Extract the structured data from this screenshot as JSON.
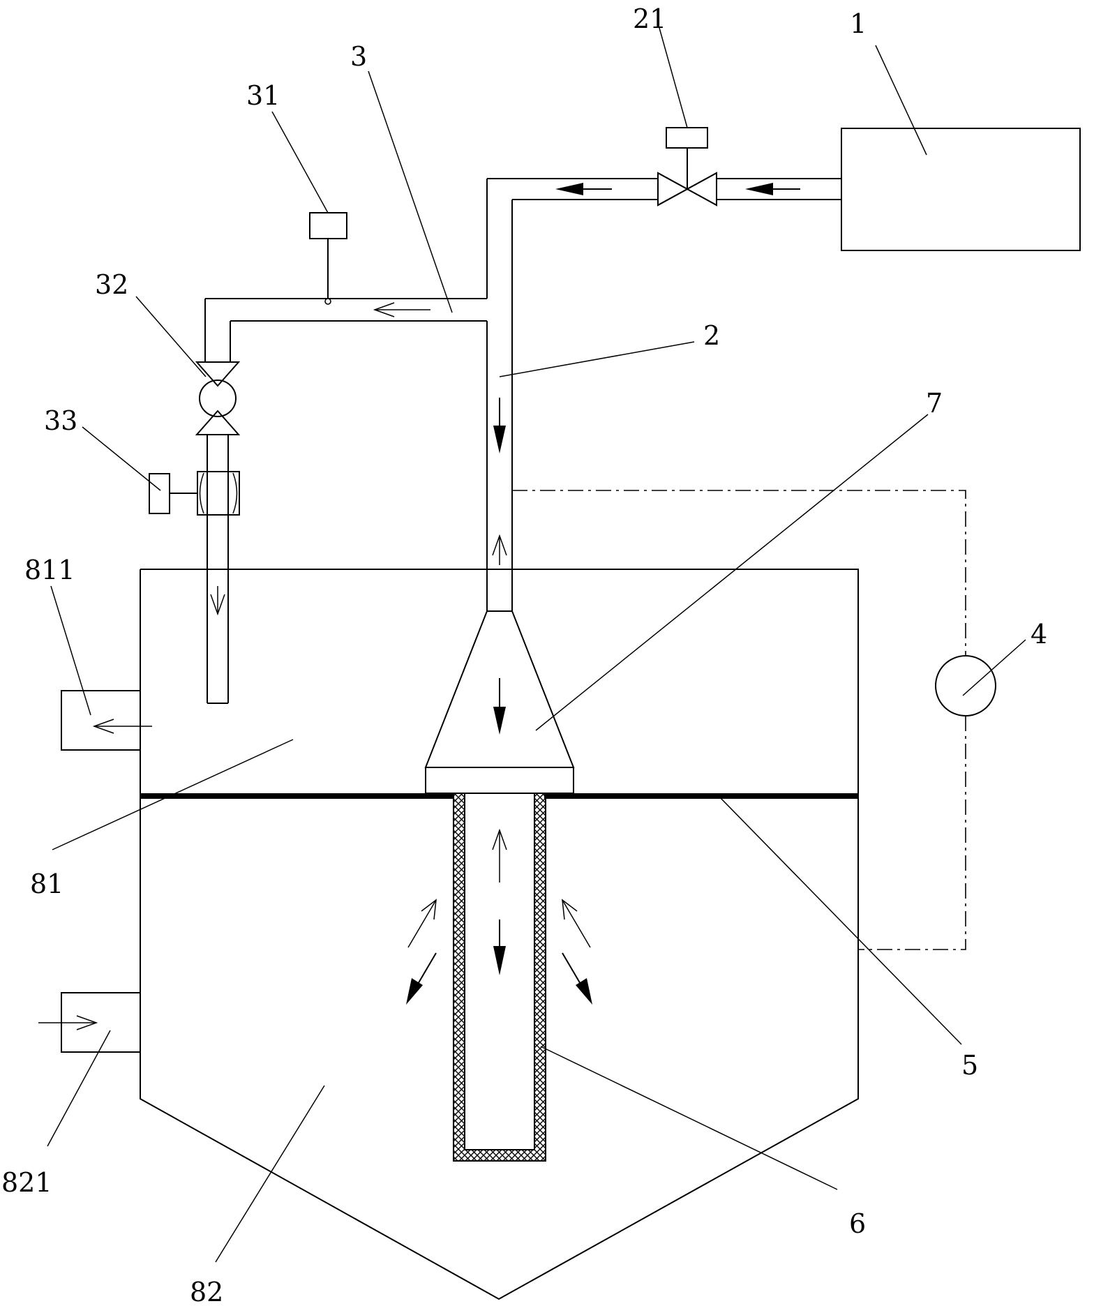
{
  "labels": {
    "l1": "1",
    "l2": "2",
    "l3": "3",
    "l4": "4",
    "l5": "5",
    "l6": "6",
    "l7": "7",
    "l21": "21",
    "l31": "31",
    "l32": "32",
    "l33": "33",
    "l81": "81",
    "l82": "82",
    "l811": "811",
    "l821": "821"
  },
  "colors": {
    "line": "#000000",
    "background": "#ffffff"
  },
  "icons": {
    "valve_21": "solenoid-valve-icon",
    "sensor_31": "sensor-icon",
    "pump_32": "pump-icon",
    "meter_33": "flow-meter-icon",
    "device_4": "circle-device-icon"
  }
}
